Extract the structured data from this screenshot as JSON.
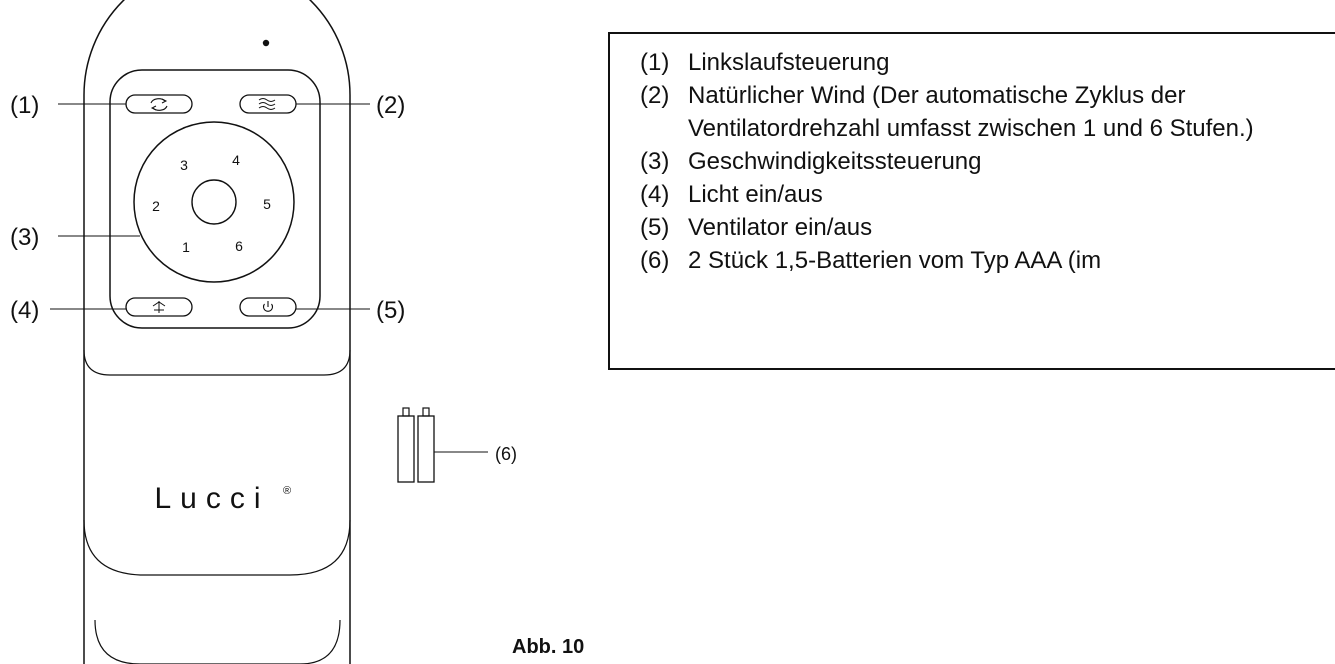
{
  "callouts": {
    "c1": "(1)",
    "c2": "(2)",
    "c3": "(3)",
    "c4": "(4)",
    "c5": "(5)",
    "c6": "(6)"
  },
  "speed_numbers": [
    "3",
    "4",
    "2",
    "5",
    "1",
    "6"
  ],
  "brand_logo": "Lucci",
  "brand_mark": "®",
  "legend": [
    {
      "num": "(1)",
      "text": "Linkslaufsteuerung"
    },
    {
      "num": "(2)",
      "text": "Natürlicher Wind (Der automatische Zyklus der Ventilatordrehzahl umfasst zwischen 1 und 6 Stufen.)"
    },
    {
      "num": "(3)",
      "text": "Geschwindigkeitssteuerung"
    },
    {
      "num": "(4)",
      "text": "Licht ein/aus"
    },
    {
      "num": "(5)",
      "text": "Ventilator ein/aus"
    },
    {
      "num": "(6)",
      "text": "2 Stück 1,5-Batterien vom Typ AAA (im"
    }
  ],
  "caption": "Abb. 10",
  "icons": {
    "reverse": "rotation-arrows-icon",
    "breeze": "wind-waves-icon",
    "light": "light-icon",
    "power": "power-icon"
  },
  "colors": {
    "line": "#111111",
    "background": "#ffffff"
  }
}
